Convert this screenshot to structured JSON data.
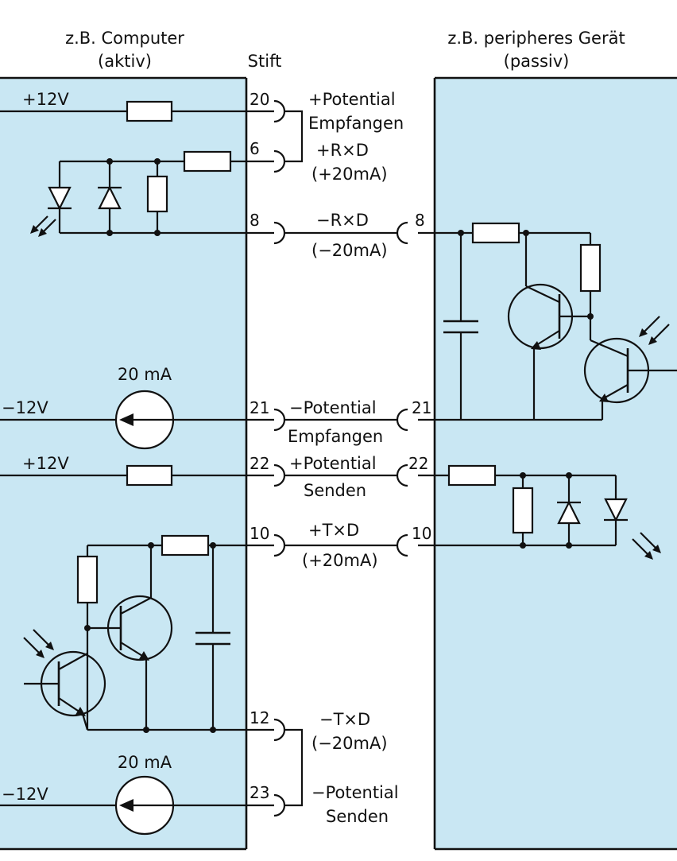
{
  "colors": {
    "panel": "#c9e7f3",
    "ink": "#111111",
    "background": "#ffffff"
  },
  "headers": {
    "left_line1": "z.B. Computer",
    "left_line2": "(aktiv)",
    "pin_column": "Stift",
    "right_line1": "z.B. peripheres  Gerät",
    "right_line2": "(passiv)"
  },
  "left": {
    "plus12v_top": "+12V",
    "minus12v_mid": "−12V",
    "plus12v_mid": "+12V",
    "minus12v_bottom": "−12V",
    "source_top": "20 mA",
    "source_bottom": "20 mA"
  },
  "pins_left": [
    "20",
    "6",
    "8",
    "21",
    "22",
    "10",
    "12",
    "23"
  ],
  "pins_right": [
    "8",
    "21",
    "22",
    "10"
  ],
  "signals": {
    "s20_line1": "+Potential",
    "s20_line2": "Empfangen",
    "s6_line1": "+R×D",
    "s6_line2": "(+20mA)",
    "s8_line1": "−R×D",
    "s8_line2": "(−20mA)",
    "s21_line1": "−Potential",
    "s21_line2": "Empfangen",
    "s22_line1": "+Potential",
    "s22_line2": "Senden",
    "s10_line1": "+T×D",
    "s10_line2": "(+20mA)",
    "s12_line1": "−T×D",
    "s12_line2": "(−20mA)",
    "s23_line1": "−Potential",
    "s23_line2": "Senden"
  }
}
